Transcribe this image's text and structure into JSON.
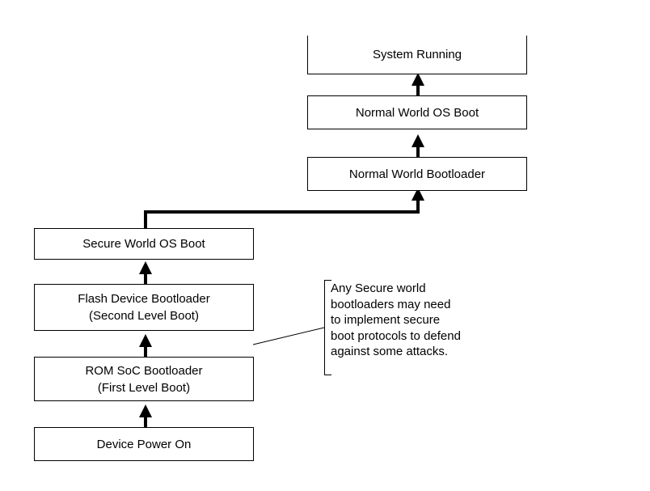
{
  "diagram": {
    "stages": {
      "system_running": "System Running",
      "normal_world_os_boot": "Normal World OS Boot",
      "normal_world_bootloader": "Normal World Bootloader",
      "secure_world_os_boot": "Secure World OS Boot",
      "flash_device_bootloader": "Flash Device Bootloader\n(Second Level Boot)",
      "rom_soc_bootloader": "ROM SoC Bootloader\n(First Level Boot)",
      "device_power_on": "Device Power On"
    },
    "note": "Any Secure world\nbootloaders may need\nto implement secure\nboot protocols to defend\nagainst some attacks."
  }
}
